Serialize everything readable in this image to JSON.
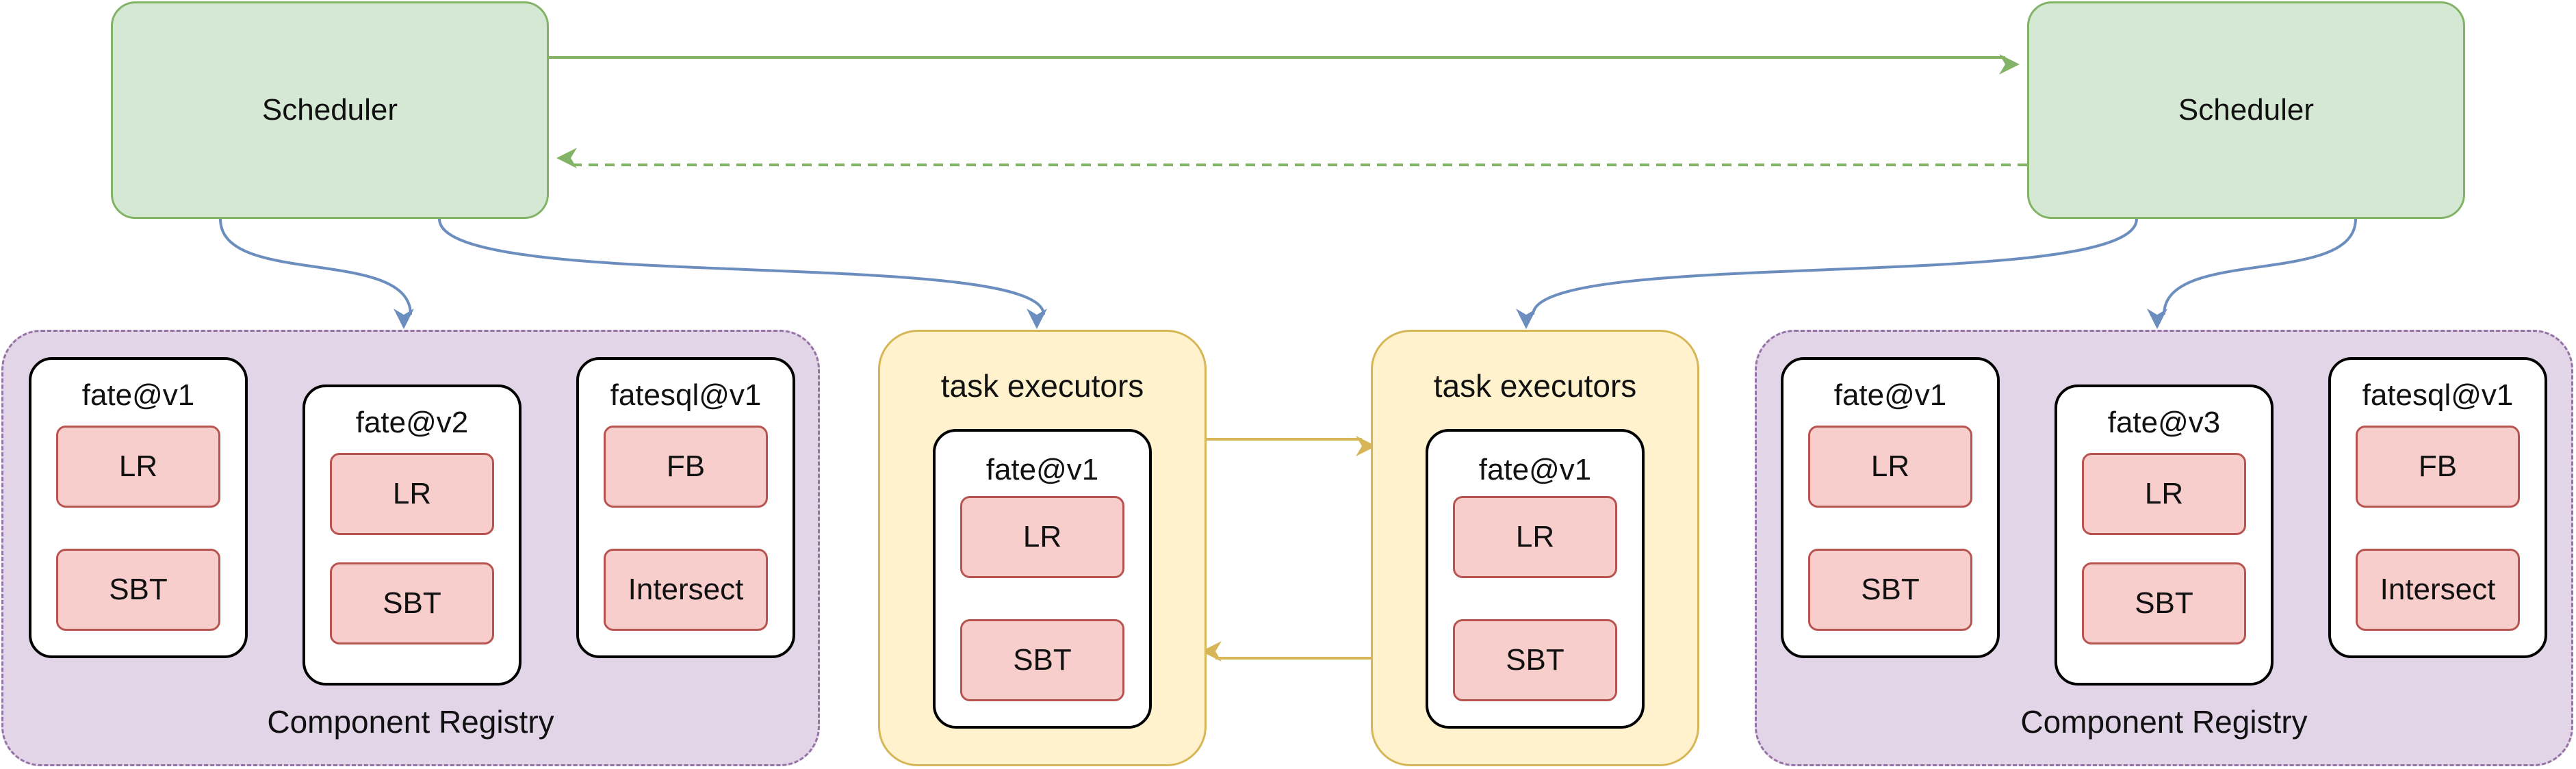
{
  "colors": {
    "scheduler_fill": "#d5e8d4",
    "scheduler_stroke": "#82b366",
    "registry_fill": "#e1d5e7",
    "registry_stroke": "#9673a6",
    "executor_fill": "#fff2cc",
    "executor_stroke": "#d6b656",
    "component_fill": "#f8cecc",
    "component_stroke": "#b85450",
    "blue_arrow": "#6c8ebf",
    "green_arrow": "#82b366",
    "yellow_arrow": "#d6b656"
  },
  "left": {
    "scheduler": "Scheduler",
    "registry": {
      "label": "Component Registry",
      "packages": [
        {
          "name": "fate@v1",
          "components": [
            "LR",
            "SBT"
          ]
        },
        {
          "name": "fate@v2",
          "components": [
            "LR",
            "SBT"
          ]
        },
        {
          "name": "fatesql@v1",
          "components": [
            "FB",
            "Intersect"
          ]
        }
      ]
    },
    "executors": {
      "label": "task executors",
      "package": {
        "name": "fate@v1",
        "components": [
          "LR",
          "SBT"
        ]
      }
    }
  },
  "right": {
    "scheduler": "Scheduler",
    "registry": {
      "label": "Component Registry",
      "packages": [
        {
          "name": "fate@v1",
          "components": [
            "LR",
            "SBT"
          ]
        },
        {
          "name": "fate@v3",
          "components": [
            "LR",
            "SBT"
          ]
        },
        {
          "name": "fatesql@v1",
          "components": [
            "FB",
            "Intersect"
          ]
        }
      ]
    },
    "executors": {
      "label": "task executors",
      "package": {
        "name": "fate@v1",
        "components": [
          "LR",
          "SBT"
        ]
      }
    }
  }
}
